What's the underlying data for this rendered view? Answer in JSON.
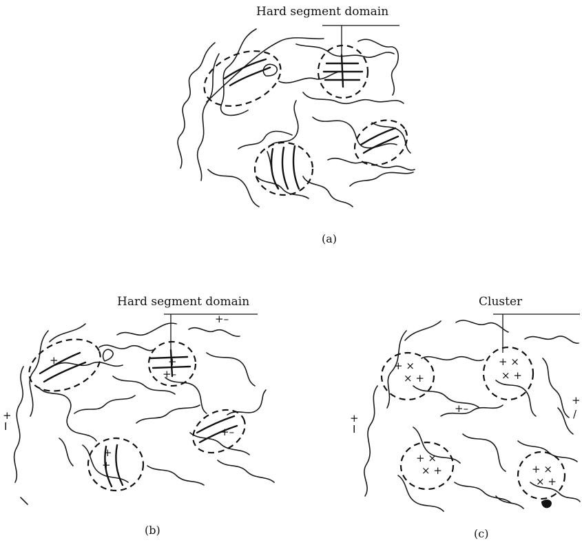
{
  "panel_a": {
    "leader_label": "Hard segment domain",
    "caption": "(a)"
  },
  "panel_b": {
    "leader_label": "Hard segment domain",
    "caption": "(b)"
  },
  "panel_c": {
    "leader_label": "Cluster",
    "caption": "(c)"
  }
}
